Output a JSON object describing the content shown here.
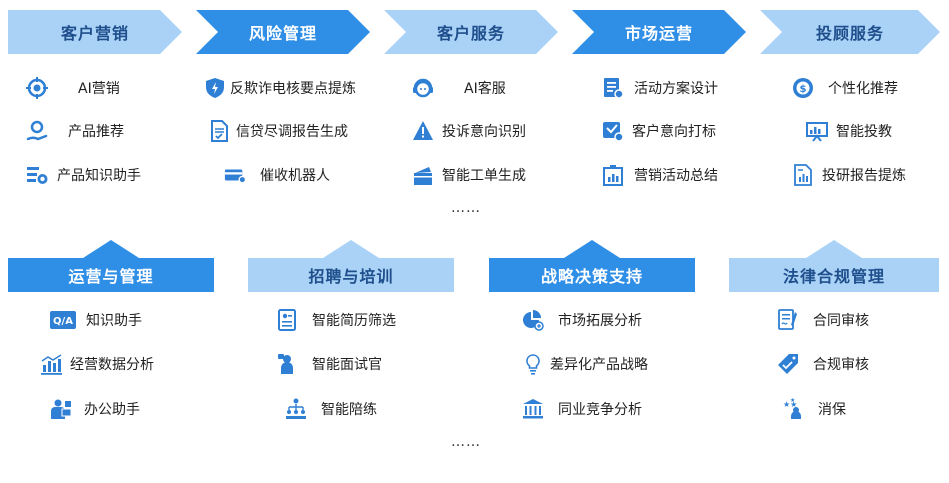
{
  "top_categories": [
    {
      "label": "客户营销",
      "items": [
        "AI营销",
        "产品推荐",
        "产品知识助手"
      ],
      "icons": [
        "target-icon",
        "user-hand-icon",
        "stack-coin-icon"
      ]
    },
    {
      "label": "风险管理",
      "items": [
        "反欺诈电核要点提炼",
        "信贷尽调报告生成",
        "催收机器人"
      ],
      "icons": [
        "shield-icon",
        "document-check-icon",
        "card-gear-icon"
      ]
    },
    {
      "label": "客户服务",
      "items": [
        "AI客服",
        "投诉意向识别",
        "智能工单生成"
      ],
      "icons": [
        "headset-icon",
        "warning-icon",
        "ticket-stack-icon"
      ]
    },
    {
      "label": "市场运营",
      "items": [
        "活动方案设计",
        "客户意向打标",
        "营销活动总结"
      ],
      "icons": [
        "plan-document-icon",
        "tag-check-icon",
        "chart-board-icon"
      ]
    },
    {
      "label": "投顾服务",
      "items": [
        "个性化推荐",
        "智能投教",
        "投研报告提炼"
      ],
      "icons": [
        "coin-badge-icon",
        "teaching-screen-icon",
        "report-chart-icon"
      ]
    }
  ],
  "top_more": "……",
  "bottom_categories": [
    {
      "label": "运营与管理",
      "items": [
        "知识助手",
        "经营数据分析",
        "办公助手"
      ],
      "icons": [
        "qa-icon",
        "bar-chart-icon",
        "office-worker-icon"
      ]
    },
    {
      "label": "招聘与培训",
      "items": [
        "智能简历筛选",
        "智能面试官",
        "智能陪练"
      ],
      "icons": [
        "resume-icon",
        "interviewer-icon",
        "org-tree-icon"
      ]
    },
    {
      "label": "战略决策支持",
      "items": [
        "市场拓展分析",
        "差异化产品战略",
        "同业竞争分析"
      ],
      "icons": [
        "pie-chart-icon",
        "bulb-icon",
        "bank-building-icon"
      ]
    },
    {
      "label": "法律合规管理",
      "items": [
        "合同审核",
        "合规审核",
        "消保"
      ],
      "icons": [
        "contract-icon",
        "compliance-tag-icon",
        "consumer-protection-icon"
      ]
    }
  ],
  "bottom_more": "……",
  "colors": {
    "primary": "#2f8ee6",
    "light": "#a9d2f6",
    "dark_text": "#1f4e8c",
    "icon": "#2f7fd4"
  }
}
